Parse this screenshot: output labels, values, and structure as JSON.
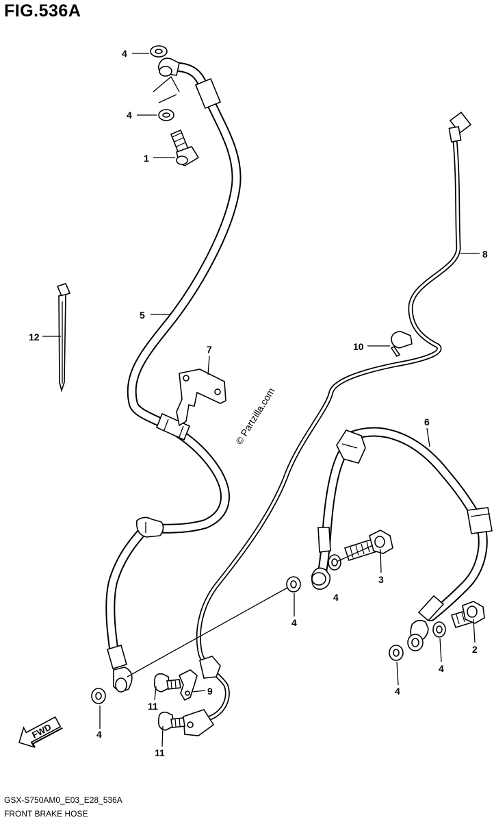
{
  "figure": {
    "title": "FIG.536A",
    "code": "GSX-S750AM0_E03_E28_536A",
    "caption": "FRONT BRAKE HOSE",
    "watermark": "© Partzilla.com",
    "fwd_label": "FWD"
  },
  "callouts": {
    "washer_top_upper": "4",
    "washer_top_lower": "4",
    "union_bolt_top": "1",
    "hose_upper": "5",
    "bracket": "7",
    "cable_tie": "12",
    "sensor_wire": "8",
    "wire_clamp": "10",
    "hose_right": "6",
    "union_bolt_mid": "3",
    "washer_mid_right": "4",
    "washer_mid_left": "4",
    "union_bolt_right": "2",
    "washer_right_upper": "4",
    "washer_right_lower": "4",
    "washer_left_bottom": "4",
    "clip": "9",
    "bolt_clip": "11",
    "bolt_sensor": "11"
  }
}
